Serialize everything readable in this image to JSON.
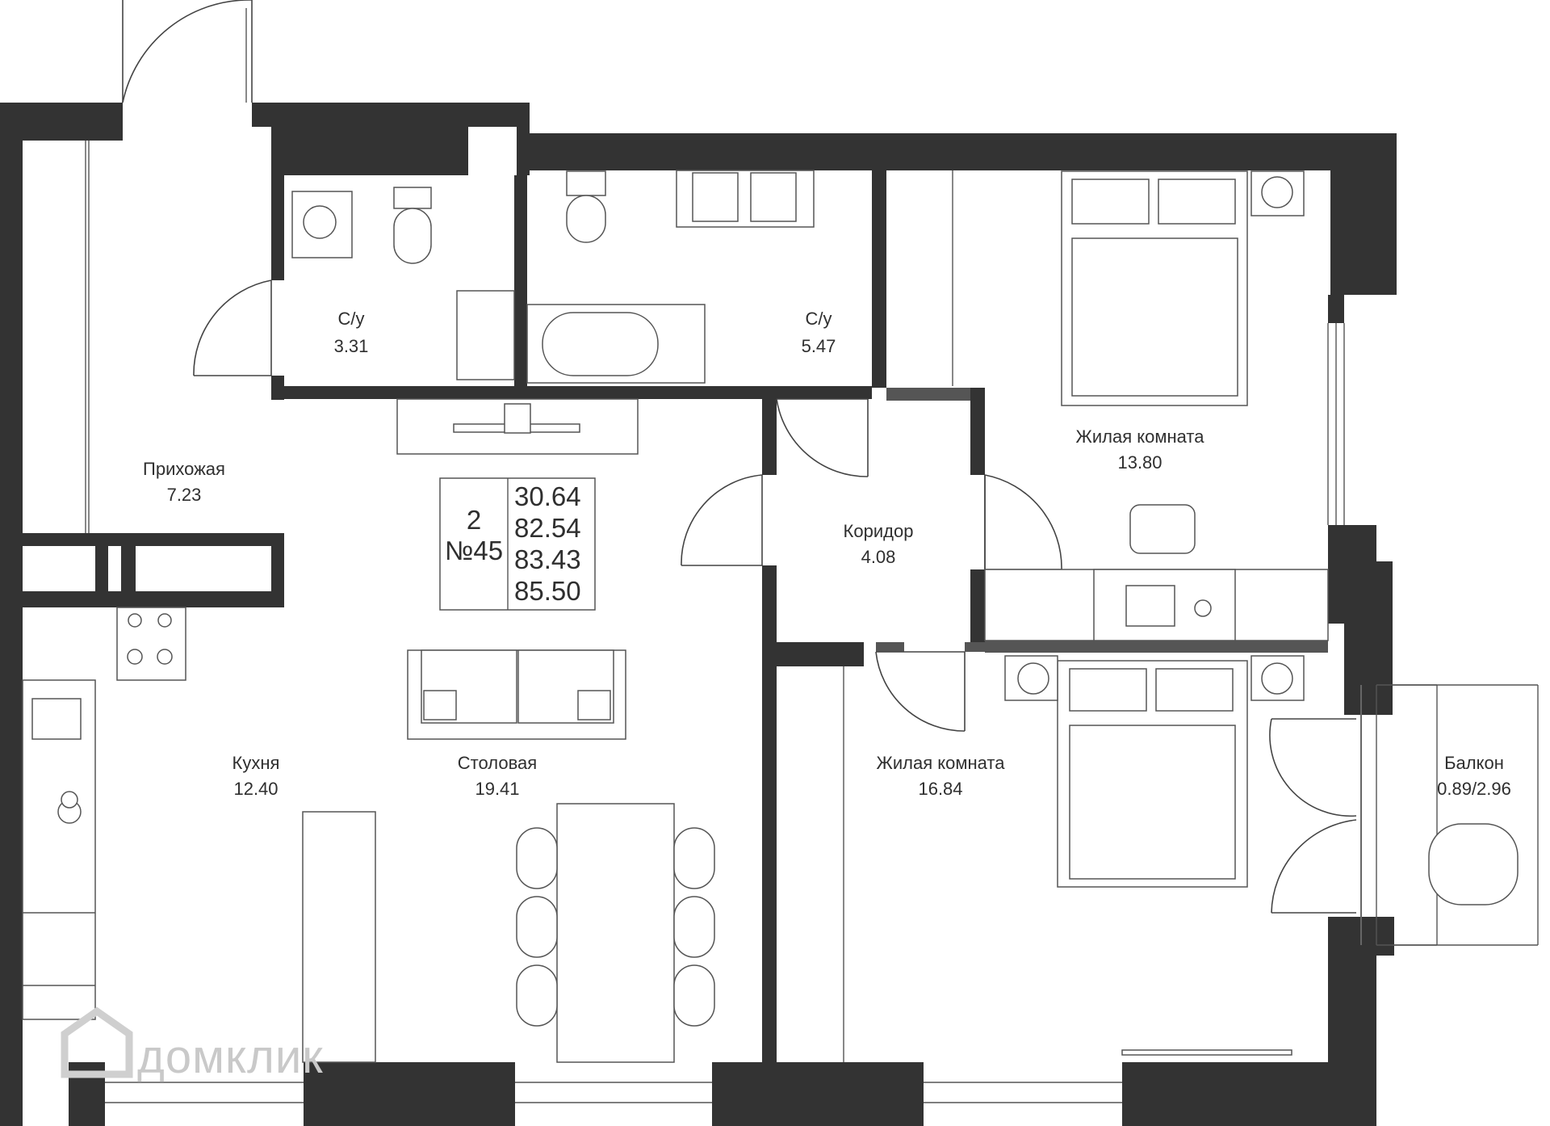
{
  "rooms": {
    "wc1": {
      "name": "С/у",
      "area": "3.31"
    },
    "wc2": {
      "name": "С/у",
      "area": "5.47"
    },
    "hall": {
      "name": "Прихожая",
      "area": "7.23"
    },
    "corridor": {
      "name": "Коридор",
      "area": "4.08"
    },
    "bedroom1": {
      "name": "Жилая комната",
      "area": "13.80"
    },
    "bedroom2": {
      "name": "Жилая комната",
      "area": "16.84"
    },
    "kitchen": {
      "name": "Кухня",
      "area": "12.40"
    },
    "dining": {
      "name": "Столовая",
      "area": "19.41"
    },
    "balcony": {
      "name": "Балкон",
      "area": "0.89/2.96"
    }
  },
  "info_box": {
    "rooms_count": "2",
    "apartment_number": "№45",
    "areas": [
      "30.64",
      "82.54",
      "83.43",
      "85.50"
    ]
  },
  "watermark": "домклик",
  "colors": {
    "wall": "#333333",
    "line": "#555555",
    "background": "#ffffff"
  }
}
